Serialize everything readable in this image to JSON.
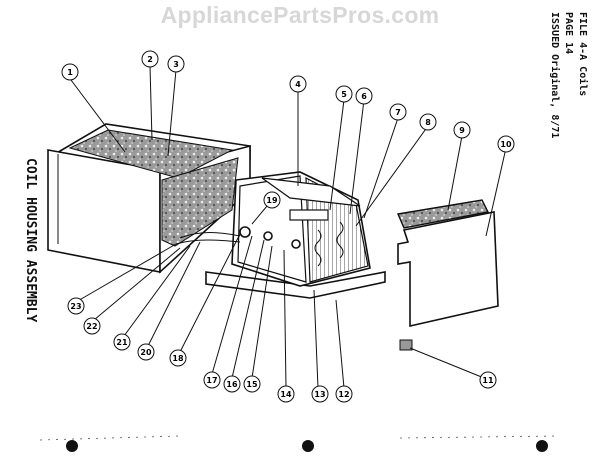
{
  "watermark": "AppliancePartsPros.com",
  "title": "COIL HOUSING ASSEMBLY",
  "file_info": {
    "line1": "FILE  4-A Coils",
    "line2": "PAGE  14",
    "line3": "ISSUED Original, 8/71"
  },
  "callouts": [
    "1",
    "2",
    "3",
    "4",
    "5",
    "6",
    "7",
    "8",
    "9",
    "10",
    "11",
    "12",
    "13",
    "14",
    "15",
    "16",
    "17",
    "18",
    "19",
    "20",
    "21",
    "22",
    "23"
  ]
}
